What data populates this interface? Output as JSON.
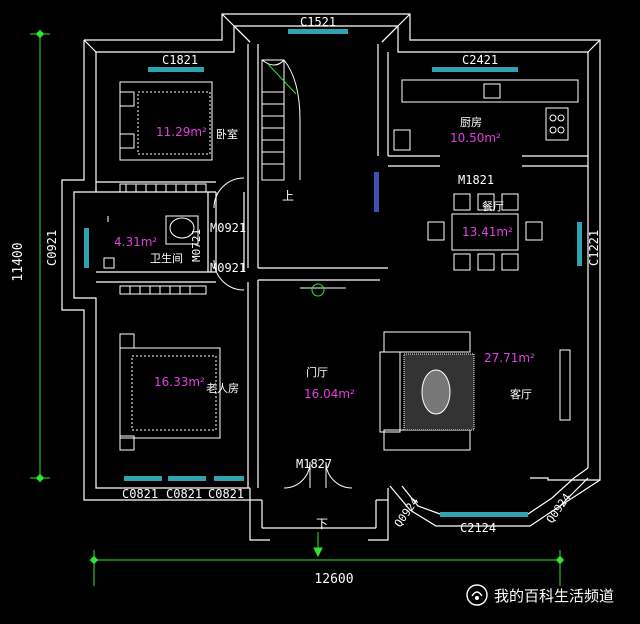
{
  "colors": {
    "background": "#000000",
    "walls": "#ffffff",
    "label": "#ffffff",
    "area": "#e040e0",
    "window": "#2fa3b0",
    "dimension": "#2ee62e",
    "dim_text": "#ffffff"
  },
  "dimensions": {
    "height": "11400",
    "width": "12600"
  },
  "rooms": {
    "bedroom": {
      "name": "卧室",
      "area": "11.29m²"
    },
    "kitchen": {
      "name": "厨房",
      "area": "10.50m²"
    },
    "dining": {
      "name": "餐厅",
      "area": "13.41m²"
    },
    "bathroom": {
      "name": "卫生间",
      "area": "4.31m²"
    },
    "elder": {
      "name": "老人房",
      "area": "16.33m²"
    },
    "foyer": {
      "name": "门厅",
      "area": "16.04m²"
    },
    "living": {
      "name": "客厅",
      "area": "27.71m²"
    }
  },
  "stairs": {
    "up": "上",
    "down": "下"
  },
  "openings": {
    "c1521": "C1521",
    "c1821": "C1821",
    "c2421": "C2421",
    "m1821": "M1821",
    "m0921_top": "M0921",
    "m0921_bottom": "M0921",
    "m0721": "M0721",
    "c0921": "C0921",
    "c1221": "C1221",
    "c0821_a": "C0821",
    "c0821_b": "C0821",
    "c0821_c": "C0821",
    "m1827": "M1827",
    "q0924_left": "Q0924",
    "q0924_right": "Q0924",
    "c2124": "C2124"
  },
  "watermark": {
    "text": "我的百科生活频道",
    "icon": "wechat-channel-icon"
  }
}
